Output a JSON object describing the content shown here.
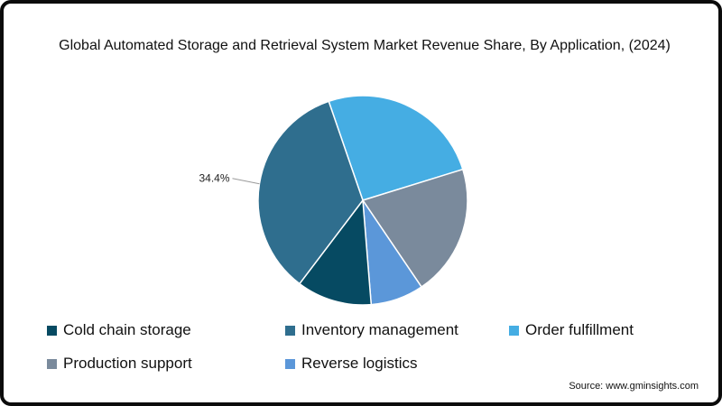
{
  "chart_data": {
    "type": "pie",
    "title": "Global Automated Storage and Retrieval System Market Revenue Share, By Application, (2024)",
    "slices": [
      {
        "label": "Order fulfillment",
        "value": 25.5,
        "color": "#45ade3"
      },
      {
        "label": "Production support",
        "value": 20.3,
        "color": "#7a8a9c"
      },
      {
        "label": "Reverse logistics",
        "value": 8.2,
        "color": "#5b97d9"
      },
      {
        "label": "Cold chain storage",
        "value": 11.6,
        "color": "#064a62"
      },
      {
        "label": "Inventory management",
        "value": 34.4,
        "color": "#2f6e8e"
      }
    ],
    "data_labels": [
      {
        "series": "Inventory management",
        "text": "34.4%"
      }
    ],
    "legend": {
      "position": "bottom",
      "items": [
        {
          "label": "Cold chain storage",
          "color": "#064a62"
        },
        {
          "label": "Inventory management",
          "color": "#2f6e8e"
        },
        {
          "label": "Order fulfillment",
          "color": "#45ade3"
        },
        {
          "label": "Production support",
          "color": "#7a8a9c"
        },
        {
          "label": "Reverse logistics",
          "color": "#5b97d9"
        }
      ]
    }
  },
  "source": "Source: www.gminsights.com"
}
